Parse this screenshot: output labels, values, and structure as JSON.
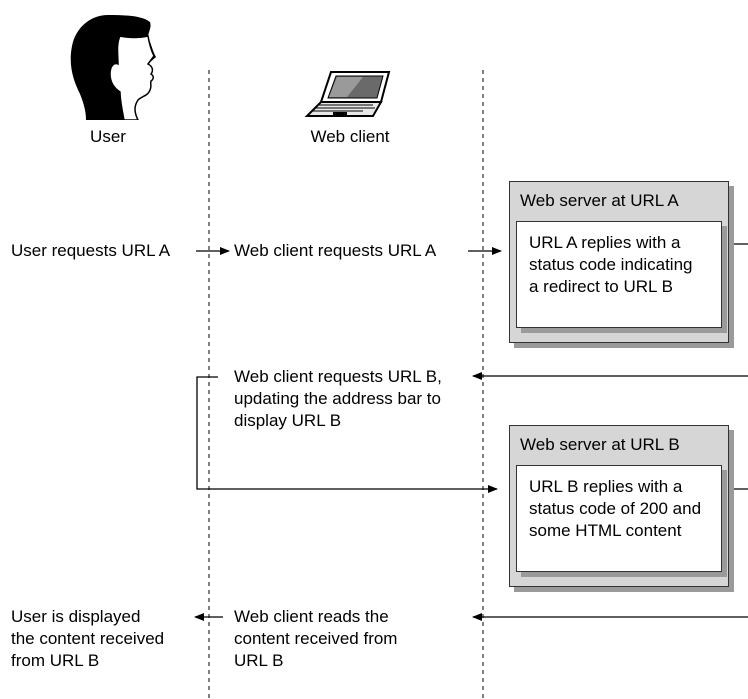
{
  "actors": {
    "user": {
      "label": "User",
      "icon": "user-head-icon"
    },
    "client": {
      "label": "Web client",
      "icon": "laptop-icon"
    }
  },
  "steps": {
    "user_request": "User requests URL A",
    "client_request_a": "Web client requests URL A",
    "client_request_b": "Web client requests URL B,\nupdating the address bar to\ndisplay URL B",
    "user_displayed": "User is displayed\nthe content received\nfrom URL B",
    "client_reads": "Web client reads the\ncontent received from\nURL B"
  },
  "servers": {
    "a": {
      "title": "Web server at URL A",
      "reply": "URL A replies with a\nstatus code indicating\na redirect to URL B"
    },
    "b": {
      "title": "Web server at URL B",
      "reply": "URL B replies with a\nstatus code of 200 and\nsome HTML content"
    }
  }
}
